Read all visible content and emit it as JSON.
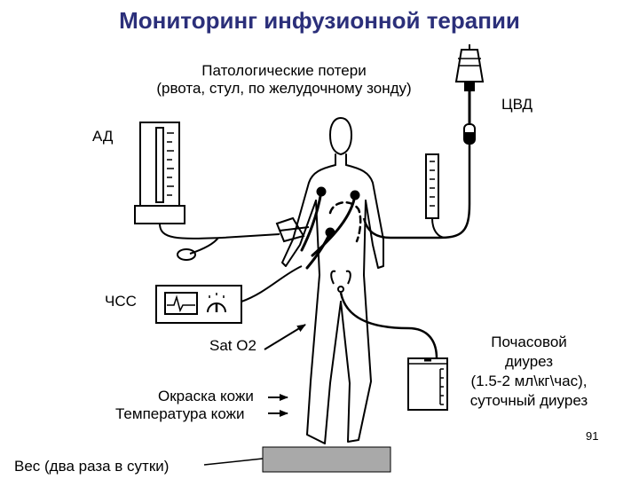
{
  "title": "Мониторинг  инфузионной терапии",
  "labels": {
    "losses": [
      "Патологические потери",
      "(рвота, стул, по желудочному  зонду)"
    ],
    "cvp": "ЦВД",
    "bp": "АД",
    "hr": "ЧСС",
    "sat": "Sat O2",
    "skin": [
      "Окраска кожи",
      "Температура кожи"
    ],
    "diuresis": [
      "Почасовой",
      "диурез",
      "(1.5-2 мл\\кг\\час),",
      "суточный диурез"
    ],
    "weight": "Вес (два раза в сутки)"
  },
  "page_number": "91",
  "colors": {
    "title": "#2b2f7a",
    "ink": "#000000",
    "scale": "#a9a9a9"
  }
}
